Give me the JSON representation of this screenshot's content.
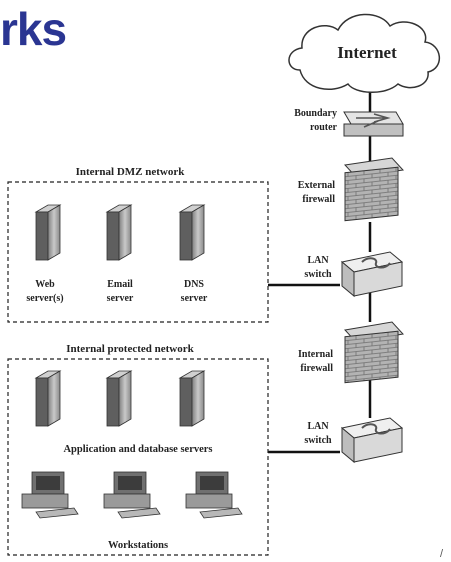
{
  "slide": {
    "title_fragment": "rks",
    "corner_mark": "/"
  },
  "diagram": {
    "internet": "Internet",
    "boundary_router": [
      "Boundary",
      "router"
    ],
    "external_firewall": [
      "External",
      "firewall"
    ],
    "lan_switch_upper": [
      "LAN",
      "switch"
    ],
    "internal_firewall": [
      "Internal",
      "firewall"
    ],
    "lan_switch_lower": [
      "LAN",
      "switch"
    ],
    "dmz": {
      "title": "Internal DMZ network",
      "servers": [
        [
          "Web",
          "server(s)"
        ],
        [
          "Email",
          "server"
        ],
        [
          "DNS",
          "server"
        ]
      ]
    },
    "protected": {
      "title": "Internal protected network",
      "servers_label": "Application and database servers",
      "workstations_label": "Workstations"
    }
  }
}
